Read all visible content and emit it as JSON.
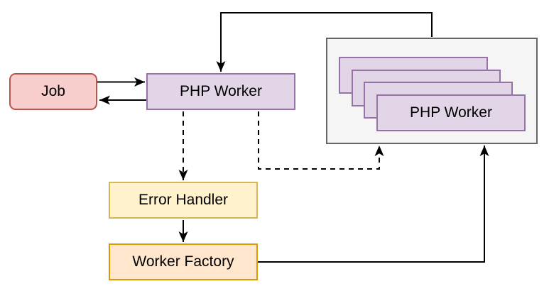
{
  "diagram": {
    "type": "flow-diagram",
    "nodes": {
      "job": {
        "label": "Job",
        "shape": "rounded-rectangle"
      },
      "php_worker": {
        "label": "PHP Worker",
        "shape": "rectangle"
      },
      "worker_pool": {
        "label": "PHP Worker",
        "shape": "stacked-rectangles",
        "stack_count": 4
      },
      "error_handler": {
        "label": "Error Handler",
        "shape": "rectangle"
      },
      "worker_factory": {
        "label": "Worker Factory",
        "shape": "rectangle"
      }
    },
    "edges": [
      {
        "id": "job-to-php-worker",
        "from": "job",
        "to": "php_worker",
        "style": "solid",
        "arrow": "end"
      },
      {
        "id": "php-worker-to-job",
        "from": "php_worker",
        "to": "job",
        "style": "solid",
        "arrow": "end"
      },
      {
        "id": "pool-to-php-worker",
        "from": "worker_pool",
        "to": "php_worker",
        "style": "solid",
        "arrow": "end"
      },
      {
        "id": "php-worker-to-error-handler",
        "from": "php_worker",
        "to": "error_handler",
        "style": "dashed",
        "arrow": "end"
      },
      {
        "id": "php-worker-to-pool",
        "from": "php_worker",
        "to": "worker_pool",
        "style": "dashed",
        "arrow": "end"
      },
      {
        "id": "error-handler-to-worker-factory",
        "from": "error_handler",
        "to": "worker_factory",
        "style": "solid",
        "arrow": "end"
      },
      {
        "id": "worker-factory-to-pool",
        "from": "worker_factory",
        "to": "worker_pool",
        "style": "solid",
        "arrow": "end"
      }
    ],
    "colors": {
      "job_fill": "#F8CECC",
      "job_stroke": "#B85450",
      "worker_fill": "#E1D5E7",
      "worker_stroke": "#9673A6",
      "error_fill": "#FFF2CC",
      "error_stroke": "#D6B656",
      "factory_fill": "#FFE6CC",
      "factory_stroke": "#D79B00",
      "container_fill": "#F5F5F5",
      "container_stroke": "#666666",
      "edge_color": "#000000",
      "text_color": "#000000"
    }
  }
}
